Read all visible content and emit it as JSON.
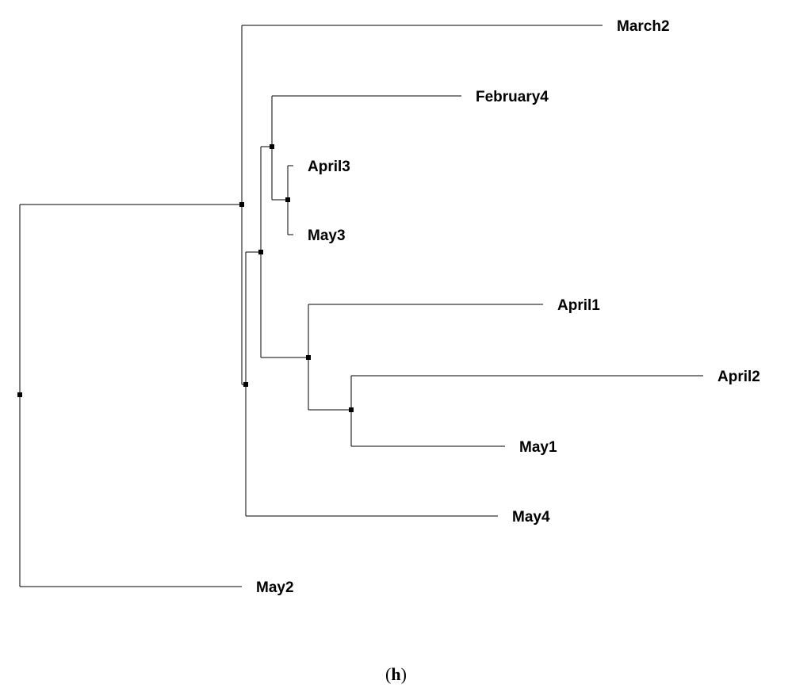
{
  "diagram": {
    "type": "dendrogram",
    "leaves": [
      "March2",
      "February4",
      "April3",
      "May3",
      "April1",
      "April2",
      "May1",
      "May4",
      "May2"
    ],
    "clusters": [
      {
        "id": "c_april3_may3",
        "children": [
          "April3",
          "May3"
        ]
      },
      {
        "id": "c_feb4_group",
        "children": [
          "February4",
          "c_april3_may3"
        ]
      },
      {
        "id": "c_april2_may1",
        "children": [
          "April2",
          "May1"
        ]
      },
      {
        "id": "c_april1_group",
        "children": [
          "April1",
          "c_april2_may1"
        ]
      },
      {
        "id": "c_mid",
        "children": [
          "c_feb4_group",
          "c_april1_group"
        ]
      },
      {
        "id": "c_may4_group",
        "children": [
          "c_mid",
          "May4"
        ]
      },
      {
        "id": "c_march2_group",
        "children": [
          "March2",
          "c_may4_group"
        ]
      },
      {
        "id": "root",
        "children": [
          "c_march2_group",
          "May2"
        ]
      }
    ],
    "line_color": "#000000"
  },
  "caption": {
    "open": "(",
    "letter": "h",
    "close": ")"
  }
}
